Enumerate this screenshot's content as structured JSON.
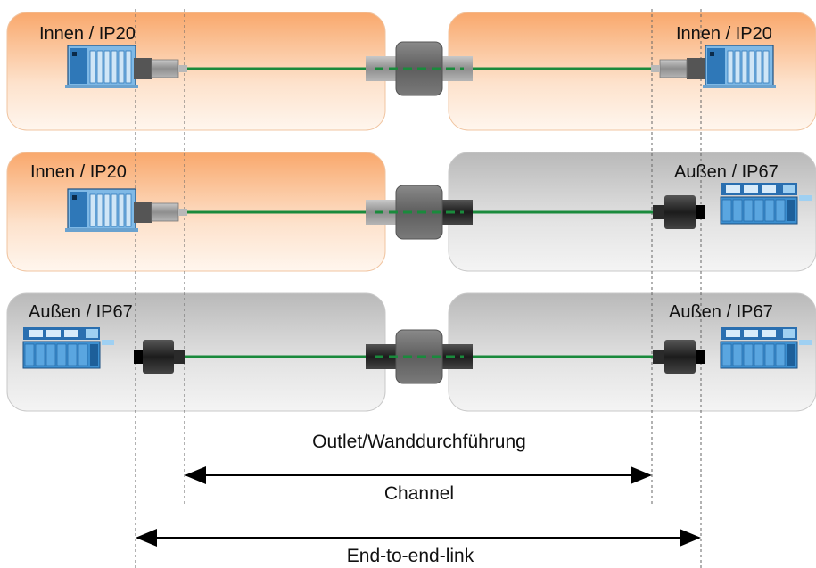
{
  "rows": [
    {
      "left_label": "Innen / IP20",
      "right_label": "Innen / IP20",
      "left_zone": "indoor",
      "right_zone": "indoor",
      "left_device": "ip20-plc-device-icon",
      "right_device": "ip20-plc-device-icon",
      "left_plug": "rj45-plug-grey",
      "right_plug": "rj45-plug-grey",
      "coupler": "grey-coupler"
    },
    {
      "left_label": "Innen / IP20",
      "right_label": "Außen / IP67",
      "left_zone": "indoor",
      "right_zone": "outdoor",
      "left_device": "ip20-plc-device-icon",
      "right_device": "ip67-io-module-icon",
      "left_plug": "rj45-plug-grey",
      "right_plug": "ip67-connector-black",
      "coupler": "grey-to-black-coupler"
    },
    {
      "left_label": "Außen / IP67",
      "right_label": "Außen / IP67",
      "left_zone": "outdoor",
      "right_zone": "outdoor",
      "left_device": "ip67-io-module-icon",
      "right_device": "ip67-io-module-icon",
      "left_plug": "ip67-connector-black",
      "right_plug": "ip67-connector-black",
      "coupler": "black-coupler"
    }
  ],
  "captions": {
    "outlet": "Outlet/Wanddurchführung",
    "channel": "Channel",
    "end_to_end": "End-to-end-link"
  },
  "colors": {
    "indoor_zone": "#f9b27c",
    "outdoor_zone": "#c8c8c8",
    "cable": "#1a8a3c",
    "grey_plug": "#9a9a9a",
    "black_plug": "#2a2a2a",
    "device_blue": "#3c8fd0"
  }
}
